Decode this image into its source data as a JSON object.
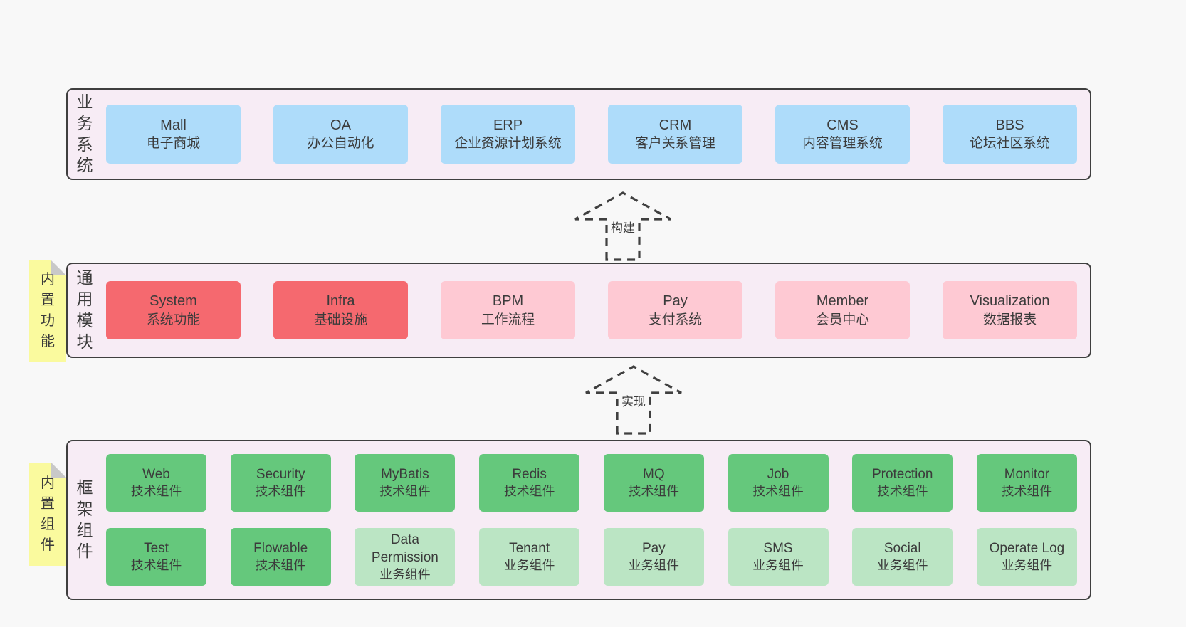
{
  "colors": {
    "page_bg": "#f8f8f8",
    "band_bg": "#f7ecf5",
    "band_border": "#3f3f3f",
    "text": "#3b3b3b",
    "blue": "#aedcfa",
    "red": "#f5696f",
    "pink": "#fec9d3",
    "green": "#65c87c",
    "light_green": "#bbe5c4",
    "sticky_yellow": "#fafa9e",
    "sticky_fold": "#c8c8c8",
    "arrow": "#404040"
  },
  "bands": [
    {
      "id": "business-systems",
      "label": "业务系统",
      "boxes": [
        {
          "name": "Mall",
          "subtitle": "电子商城",
          "type": "blue"
        },
        {
          "name": "OA",
          "subtitle": "办公自动化",
          "type": "blue"
        },
        {
          "name": "ERP",
          "subtitle": "企业资源计划系统",
          "type": "blue"
        },
        {
          "name": "CRM",
          "subtitle": "客户关系管理",
          "type": "blue"
        },
        {
          "name": "CMS",
          "subtitle": "内容管理系统",
          "type": "blue"
        },
        {
          "name": "BBS",
          "subtitle": "论坛社区系统",
          "type": "blue"
        }
      ]
    },
    {
      "id": "common-modules",
      "label": "通用模块",
      "sticky": "内置功能",
      "boxes": [
        {
          "name": "System",
          "subtitle": "系统功能",
          "type": "red"
        },
        {
          "name": "Infra",
          "subtitle": "基础设施",
          "type": "red"
        },
        {
          "name": "BPM",
          "subtitle": "工作流程",
          "type": "pink"
        },
        {
          "name": "Pay",
          "subtitle": "支付系统",
          "type": "pink"
        },
        {
          "name": "Member",
          "subtitle": "会员中心",
          "type": "pink"
        },
        {
          "name": "Visualization",
          "subtitle": "数据报表",
          "type": "pink"
        }
      ]
    },
    {
      "id": "framework-components",
      "label": "框架组件",
      "sticky": "内置组件",
      "rows": [
        [
          {
            "name": "Web",
            "subtitle": "技术组件",
            "type": "green"
          },
          {
            "name": "Security",
            "subtitle": "技术组件",
            "type": "green"
          },
          {
            "name": "MyBatis",
            "subtitle": "技术组件",
            "type": "green"
          },
          {
            "name": "Redis",
            "subtitle": "技术组件",
            "type": "green"
          },
          {
            "name": "MQ",
            "subtitle": "技术组件",
            "type": "green"
          },
          {
            "name": "Job",
            "subtitle": "技术组件",
            "type": "green"
          },
          {
            "name": "Protection",
            "subtitle": "技术组件",
            "type": "green"
          },
          {
            "name": "Monitor",
            "subtitle": "技术组件",
            "type": "green"
          }
        ],
        [
          {
            "name": "Test",
            "subtitle": "技术组件",
            "type": "green"
          },
          {
            "name": "Flowable",
            "subtitle": "技术组件",
            "type": "green"
          },
          {
            "name": "Data Permission",
            "subtitle": "业务组件",
            "type": "light_green"
          },
          {
            "name": "Tenant",
            "subtitle": "业务组件",
            "type": "light_green"
          },
          {
            "name": "Pay",
            "subtitle": "业务组件",
            "type": "light_green"
          },
          {
            "name": "SMS",
            "subtitle": "业务组件",
            "type": "light_green"
          },
          {
            "name": "Social",
            "subtitle": "业务组件",
            "type": "light_green"
          },
          {
            "name": "Operate Log",
            "subtitle": "业务组件",
            "type": "light_green"
          }
        ]
      ]
    }
  ],
  "arrows": [
    {
      "label": "构建"
    },
    {
      "label": "实现"
    }
  ]
}
